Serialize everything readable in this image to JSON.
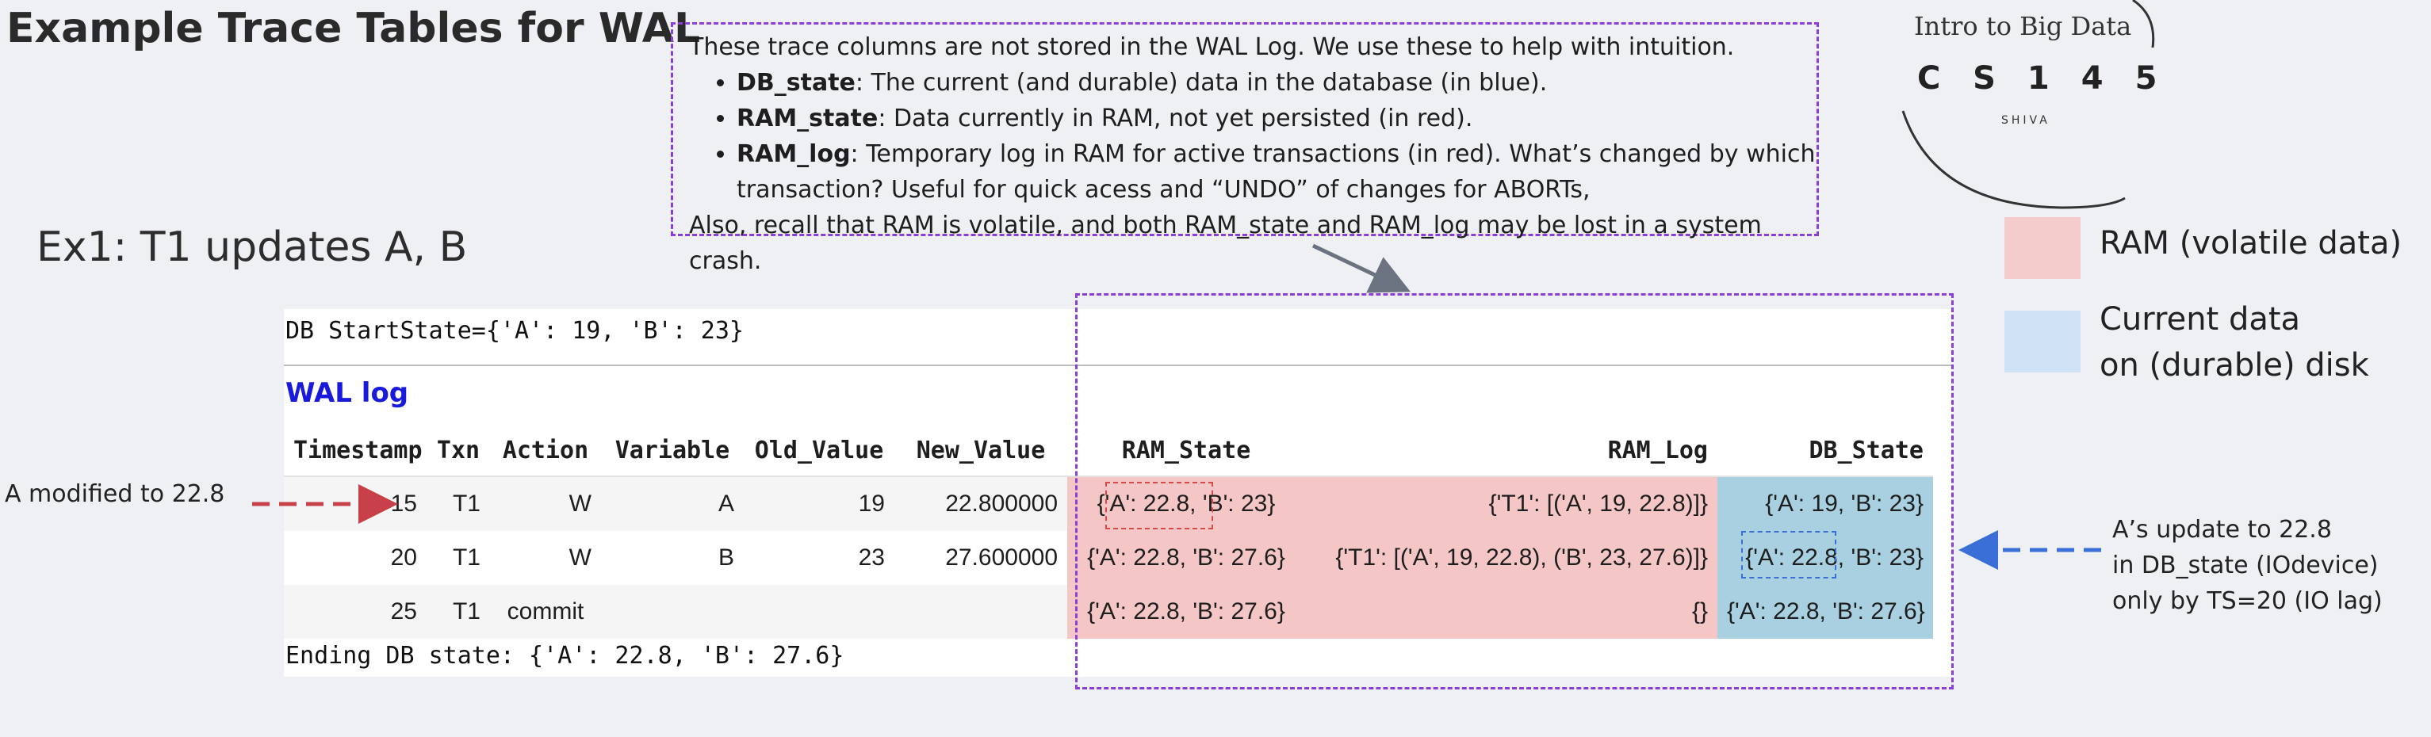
{
  "title": "Example Trace Tables for WAL",
  "subtitle": "Ex1: T1 updates A, B",
  "notes": {
    "intro": "These trace columns are not stored in the WAL Log. We use these to help with intuition.",
    "bullets": [
      {
        "term": "DB_state",
        "text": ": The current (and durable) data in the database (in blue)."
      },
      {
        "term": "RAM_state",
        "text": ": Data currently in RAM, not yet persisted (in red)."
      },
      {
        "term": "RAM_log",
        "text": ": Temporary log in RAM for active transactions (in red). What’s changed by which transaction? Useful for quick acess and “UNDO” of changes for ABORTs,"
      }
    ],
    "outro": "Also, recall that RAM is volatile, and both RAM_state and RAM_log may be lost in a system crash."
  },
  "logo": {
    "line1": "Intro to Big Data",
    "letters": "CS145",
    "small": "SHIVA"
  },
  "legend": [
    {
      "label": "RAM (volatile data)",
      "color": "#f4cccc"
    },
    {
      "label_line1": "Current data",
      "label_line2": "on (durable) disk",
      "color": "#cfe2f3"
    }
  ],
  "start_state": "DB StartState={'A': 19, 'B': 23}",
  "wal_label": "WAL log",
  "table": {
    "headers": [
      "Timestamp",
      "Txn",
      "Action",
      "Variable",
      "Old_Value",
      "New_Value",
      "RAM_State",
      "RAM_Log",
      "DB_State"
    ],
    "rows": [
      [
        "15",
        "T1",
        "W",
        "A",
        "19",
        "22.800000",
        "{'A': 22.8, 'B': 23}",
        "{'T1': [('A', 19, 22.8)]}",
        "{'A': 19, 'B': 23}"
      ],
      [
        "20",
        "T1",
        "W",
        "B",
        "23",
        "27.600000",
        "{'A': 22.8, 'B': 27.6}",
        "{'T1': [('A', 19, 22.8), ('B', 23, 27.6)]}",
        "{'A': 22.8, 'B': 23}"
      ],
      [
        "25",
        "T1",
        "commit",
        "",
        "",
        "",
        "{'A': 22.8, 'B': 27.6}",
        "{}",
        "{'A': 22.8, 'B': 27.6}"
      ]
    ]
  },
  "ending_state": "Ending DB state: {'A': 22.8, 'B': 27.6}",
  "annotations": {
    "left": "A modified to 22.8",
    "right": [
      "A’s update to 22.8",
      "in DB_state (IOdevice)",
      "only by TS=20 (IO lag)"
    ]
  },
  "colors": {
    "ram": "#f4c6c6",
    "db": "#a8d0e0",
    "dash_purple": "#8a3fd8",
    "arrow_red": "#c8404a",
    "arrow_blue": "#3a6fd8",
    "wal_blue": "#1a1adc"
  }
}
